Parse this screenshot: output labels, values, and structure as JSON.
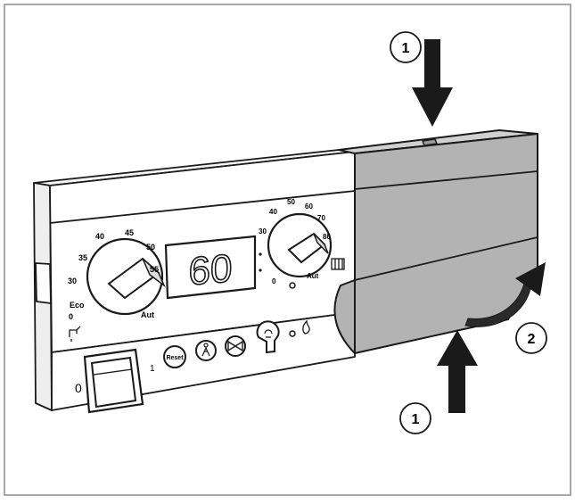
{
  "figure": {
    "display_value": "60",
    "callouts": {
      "top": "1",
      "bottom": "1",
      "rotate": "2"
    },
    "left_dial": {
      "ticks": [
        "0",
        "30",
        "35",
        "40",
        "45",
        "50",
        "55"
      ],
      "eco_label": "Eco",
      "aut_label": "Aut"
    },
    "right_dial": {
      "ticks": [
        "0",
        "30",
        "40",
        "50",
        "60",
        "70",
        "80"
      ],
      "aut_label": "Aut"
    },
    "switch": {
      "off_label": "0",
      "on_label": "1"
    },
    "reset_label": "Reset"
  },
  "colors": {
    "line": "#1a1a1a",
    "cover_fill": "#b3b3b3",
    "cover_dark": "#9a9a9a",
    "panel_fill": "#ffffff",
    "arrow_fill": "#1a1a1a",
    "frame": "#8c8c8c"
  }
}
